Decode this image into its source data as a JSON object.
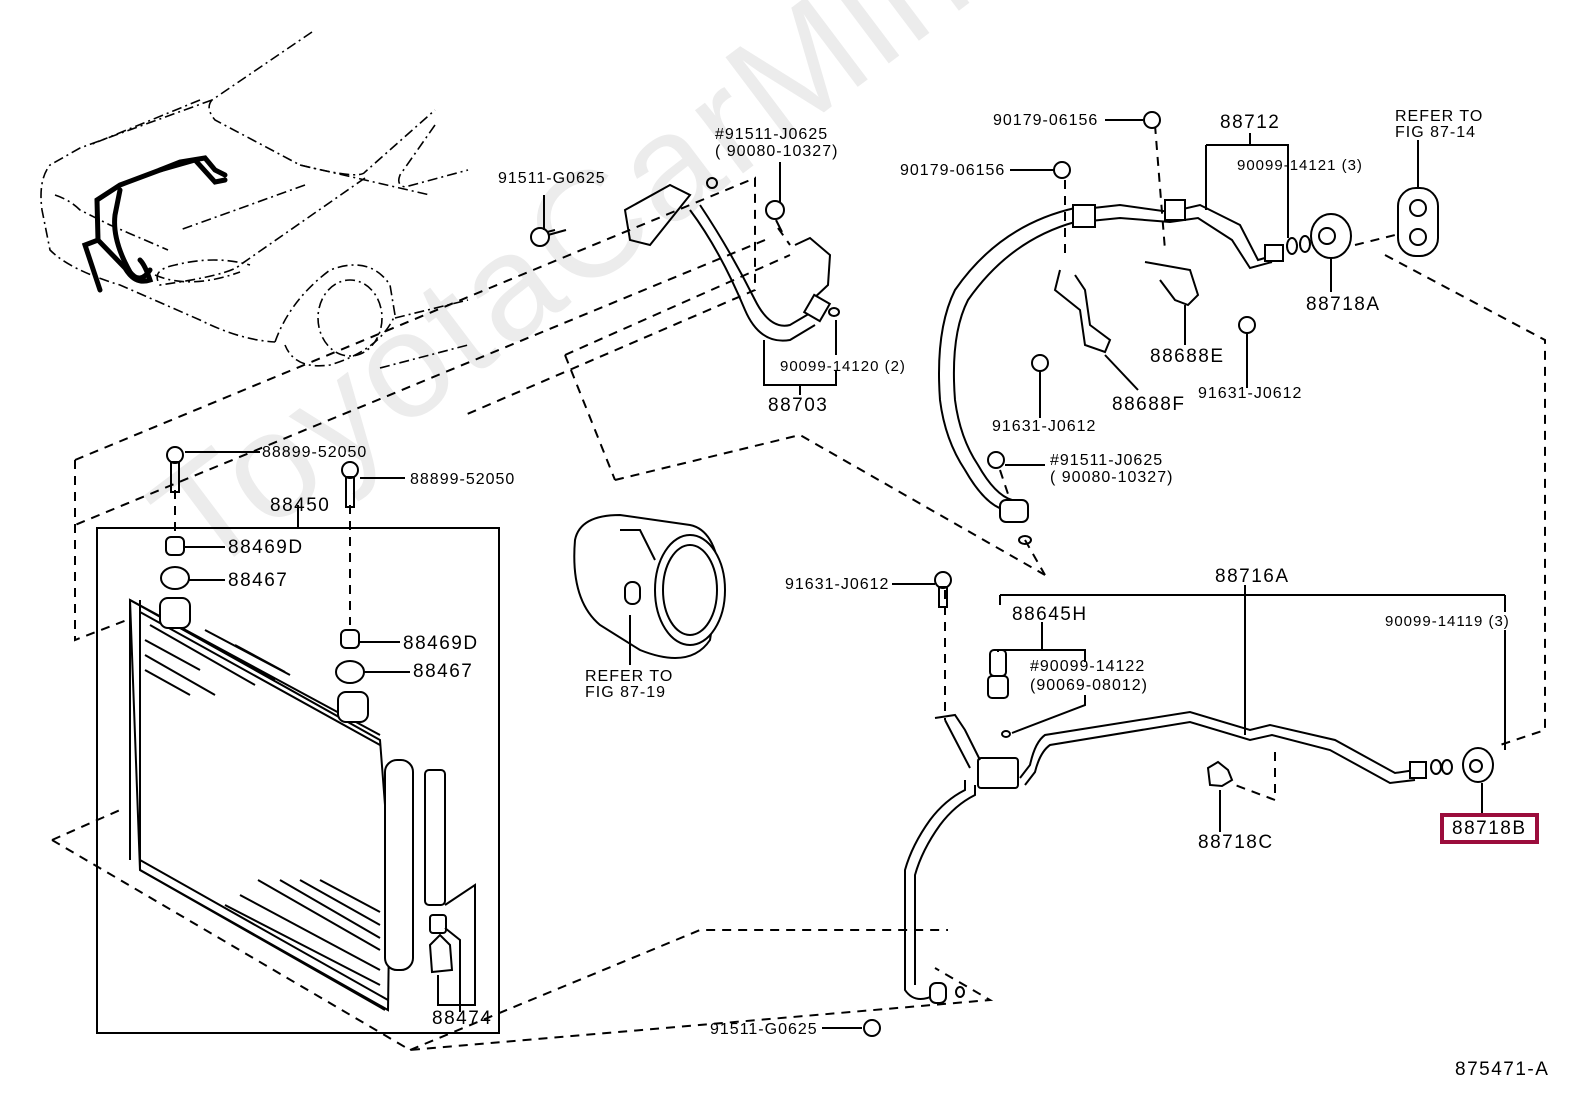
{
  "watermark": "ToyotaCarMine.ru",
  "figure_id": "875471-A",
  "highlight_color": "#9b0d3c",
  "labels": {
    "p91511_g0625_top": "91511-G0625",
    "p91511_j0625_top": "#91511-J0625",
    "p90080_10327_top": "( 90080-10327)",
    "p90099_14120": "90099-14120 (2)",
    "p88703": "88703",
    "p90179_06156_a": "90179-06156",
    "p90179_06156_b": "90179-06156",
    "p88712": "88712",
    "p90099_14121": "90099-14121 (3)",
    "refer_87_14_line1": "REFER TO",
    "refer_87_14_line2": "FIG 87-14",
    "p88718a": "88718A",
    "p88688e": "88688E",
    "p88688f": "88688F",
    "p91631_j0612_a": "91631-J0612",
    "p91631_j0612_b": "91631-J0612",
    "p91511_j0625_mid": "#91511-J0625",
    "p90080_10327_mid": "( 90080-10327)",
    "p88899_52050_a": "88899-52050",
    "p88899_52050_b": "88899-52050",
    "p88450": "88450",
    "p88469d_a": "88469D",
    "p88467_a": "88467",
    "p88469d_b": "88469D",
    "p88467_b": "88467",
    "p88474": "88474",
    "refer_87_19_line1": "REFER TO",
    "refer_87_19_line2": "FIG 87-19",
    "p91631_j0612_c": "91631-J0612",
    "p88716a": "88716A",
    "p88645h": "88645H",
    "p90099_14122": "#90099-14122",
    "p90069_08012": "(90069-08012)",
    "p90099_14119": "90099-14119 (3)",
    "p88718b": "88718B",
    "p88718c": "88718C",
    "p91511_g0625_bottom": "91511-G0625"
  }
}
